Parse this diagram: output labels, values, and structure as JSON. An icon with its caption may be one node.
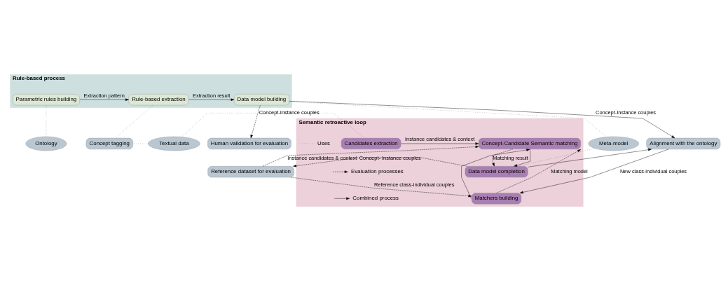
{
  "diagram": {
    "nodes": [
      {
        "text": [
          "Rule-based process"
        ]
      },
      {
        "text": [
          "Parametric rules building"
        ],
        "in": 0
      },
      {
        "text": [
          "Rule-based extraction"
        ],
        "in": 0
      },
      {
        "text": [
          "Data model building"
        ],
        "in": 0
      },
      {
        "text": [
          "Human validation for evaluation"
        ]
      },
      {
        "text": [
          "Concept tagging"
        ]
      },
      {
        "text": [
          "Ontology"
        ]
      },
      {
        "text": [
          "Textual data"
        ]
      },
      {
        "text": [
          "Meta-model"
        ]
      },
      {
        "text": [
          "Alignment with the ontology"
        ]
      },
      {
        "text": [
          "Semantic retroactive loop"
        ]
      },
      {
        "text": [
          "Candidates extraction"
        ],
        "in": 10
      },
      {
        "text": [
          "Concept-Candidate Semantic matching"
        ],
        "in": 10
      },
      {
        "text": [
          "Data model completion"
        ],
        "in": 10
      },
      {
        "text": [
          "Matchers building"
        ],
        "in": 10
      },
      {
        "text": [
          "Reference dataset for evaluation"
        ]
      }
    ],
    "edges": [
      {
        "from": 1,
        "to": 2,
        "arrow": "to",
        "label": "Extraction pattern"
      },
      {
        "from": 2,
        "to": 3,
        "arrow": "to",
        "label": "Extraction result"
      },
      {
        "from": 3,
        "to": 4,
        "arrow": "to",
        "label": "Concept-Instance couples",
        "style": "dashed"
      },
      {
        "from": 1,
        "to": 6,
        "arrow": "none",
        "style": "dashed"
      },
      {
        "from": 2,
        "to": 5,
        "arrow": "none",
        "style": "dashed"
      },
      {
        "from": 5,
        "to": 7,
        "arrow": "none",
        "style": "dashed"
      },
      {
        "from": 3,
        "to": 8,
        "arrow": "none",
        "style": "dashed"
      },
      {
        "from": 7,
        "to": 11,
        "arrow": "none",
        "style": "dashed"
      },
      {
        "from": 8,
        "to": 13,
        "arrow": "none",
        "style": "dashed"
      },
      {
        "from": 3,
        "to": 9,
        "arrow": "to",
        "label": "Concept-Instance couples"
      },
      {
        "from": 13,
        "to": 9,
        "arrow": "to"
      },
      {
        "from": 11,
        "to": 12,
        "arrow": "to",
        "label": "Instance candidates & context"
      },
      {
        "from": 12,
        "to": 13,
        "arrow": "to"
      },
      {
        "from": 12,
        "to": 13,
        "arrow": "to",
        "label": "Matching result",
        "style": "dashed"
      },
      {
        "from": 13,
        "to": 15,
        "arrow": "to",
        "label": "Concept- Instance couples",
        "style": "dashed"
      },
      {
        "from": 15,
        "to": 14,
        "arrow": "to",
        "label": "Reference class-individual couples",
        "style": "dashed"
      },
      {
        "from": 9,
        "to": 14,
        "arrow": "to",
        "label": "New class-individual couples"
      },
      {
        "from": 14,
        "to": 12,
        "arrow": "to",
        "label": "Matching model",
        "style": "dashed"
      },
      {
        "from": 14,
        "to": 12,
        "arrow": "to"
      },
      {
        "from": 15,
        "to": 12,
        "arrow": "to",
        "label": "Instance candidates & context",
        "style": "dashed"
      }
    ],
    "legend": [
      {
        "text": "Uses"
      },
      {
        "text": "Evaluation processes"
      },
      {
        "text": "Combined process"
      }
    ]
  }
}
